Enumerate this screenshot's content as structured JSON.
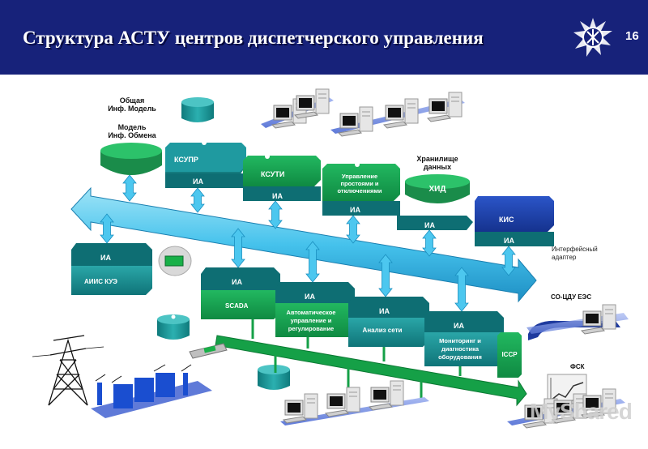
{
  "header": {
    "title": "Структура АСТУ центров диспетчерского управления",
    "slide_number": "16"
  },
  "labels": {
    "common_model": [
      "Общая",
      "Инф. Модель"
    ],
    "exchange_model": [
      "Модель",
      "Инф. Обмена"
    ],
    "storage": [
      "Хранилище",
      "данных"
    ],
    "interface_adapter": [
      "Интерфейсный",
      "адаптер"
    ],
    "so_cdu": "СО-ЦДУ ЕЭС",
    "fsk": "ФСК"
  },
  "blocks": {
    "ia": "ИА",
    "ksupr": "КСУПР",
    "ksuti": "КСУТИ",
    "outage": [
      "Управление",
      "простоями и",
      "отключениями"
    ],
    "hid": "ХИД",
    "kis": "КИС",
    "aiis": "АИИС КУЭ",
    "scada": "SCADA",
    "auto_control": [
      "Автоматическое",
      "управление и",
      "регулирование"
    ],
    "network_analysis": "Анализ сети",
    "monitoring": [
      "Мониторинг и",
      "диагностика",
      "оборудования"
    ],
    "iccp": "ICCP"
  },
  "watermark": "MyShared",
  "colors": {
    "header": "#17227a",
    "teal": "#188d8f",
    "teal_dark": "#0f6f73",
    "green": "#16a050",
    "blue": "#1a3ea8",
    "arrow": "#46c8ee",
    "lan": "#7f97e6"
  }
}
